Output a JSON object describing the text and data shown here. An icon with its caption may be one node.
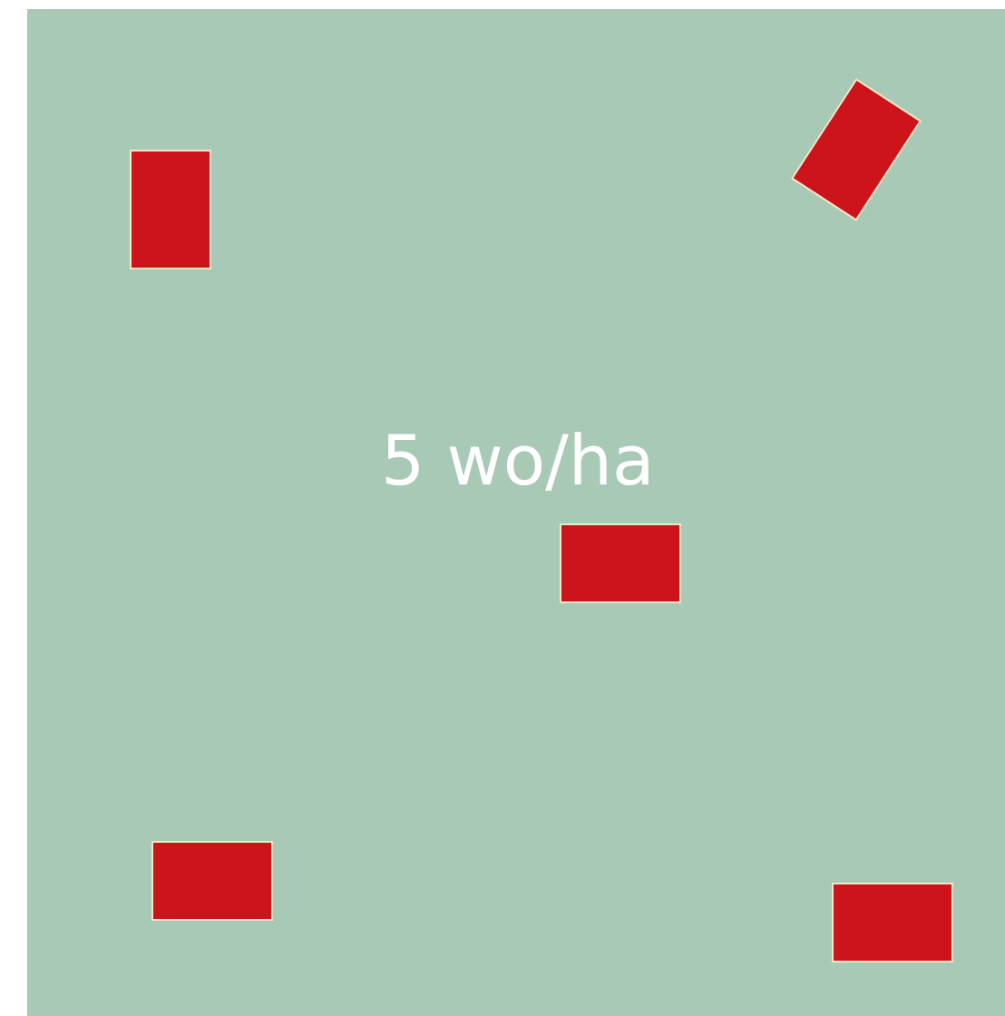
{
  "diagram": {
    "nodes": [
      {
        "text": [],
        "shape": "box"
      },
      {
        "text": [],
        "shape": "box"
      },
      {
        "text": [],
        "shape": "box"
      },
      {
        "text": [],
        "shape": "box"
      },
      {
        "text": [],
        "shape": "box"
      }
    ],
    "labels": [
      "5 wo/ha"
    ]
  }
}
